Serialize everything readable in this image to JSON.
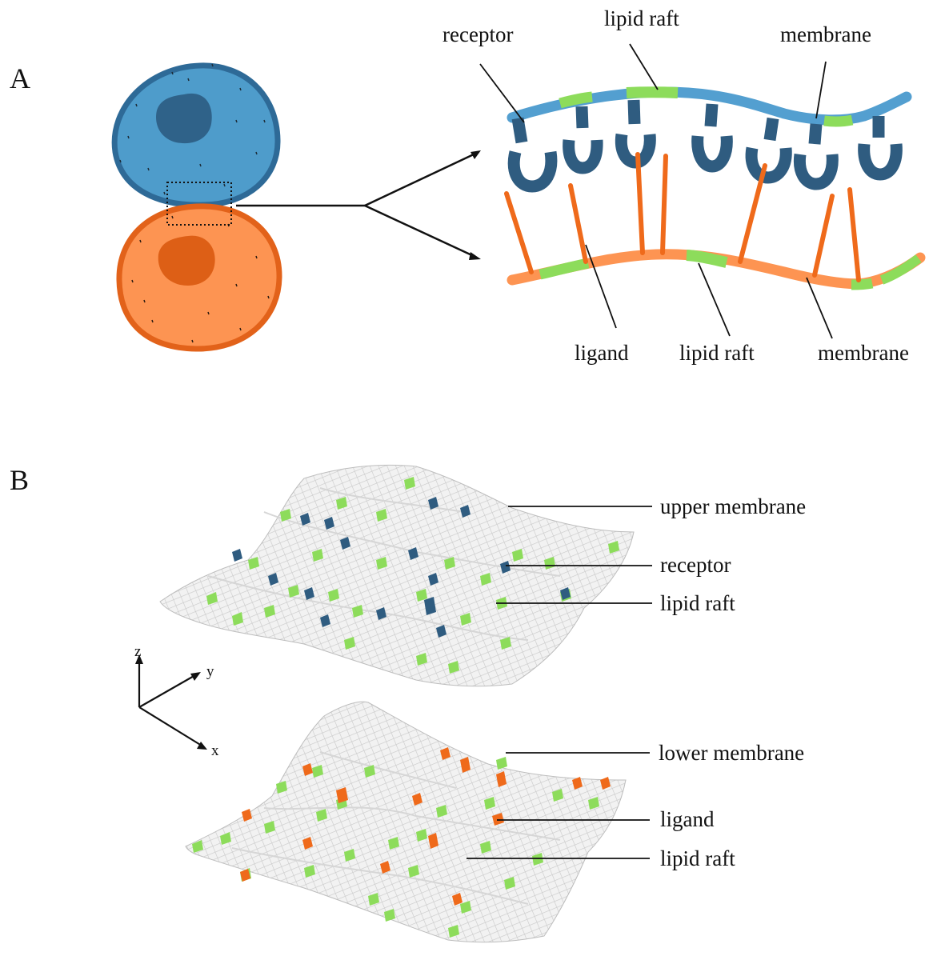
{
  "panels": {
    "a": {
      "letter": "A",
      "labels": {
        "receptor": "receptor",
        "lipid_raft_top": "lipid raft",
        "membrane_top": "membrane",
        "ligand": "ligand",
        "lipid_raft_bottom": "lipid raft",
        "membrane_bottom": "membrane"
      }
    },
    "b": {
      "letter": "B",
      "labels": {
        "upper_membrane": "upper membrane",
        "receptor": "receptor",
        "lipid_raft_upper": "lipid raft",
        "lower_membrane": "lower membrane",
        "ligand": "ligand",
        "lipid_raft_lower": "lipid raft"
      },
      "axes": {
        "z": "z",
        "y": "y",
        "x": "x"
      }
    }
  },
  "colors": {
    "cell_blue": "#4e9ccb",
    "cell_blue_edge": "#2e6a97",
    "nucleus_blue": "#2c5c82",
    "cell_orange": "#fd9452",
    "cell_orange_edge": "#e2621a",
    "nucleus_orange": "#d9590f",
    "membrane_blue": "#539fd0",
    "membrane_orange": "#fd9452",
    "lipid_raft": "#8ddc5b",
    "receptor": "#2f5c80",
    "ligand": "#ef6a1b",
    "mesh": "#c9c9c9",
    "mesh_fill": "#f2f2f2"
  }
}
